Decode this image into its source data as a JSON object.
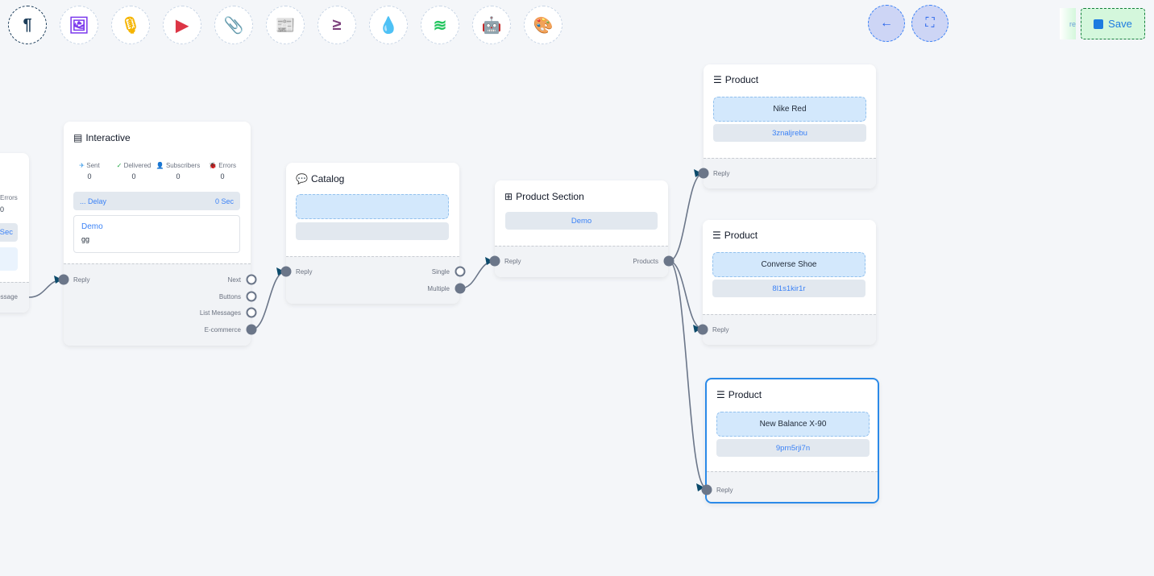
{
  "toolbar": {
    "tools": [
      {
        "icon": "paragraph-icon",
        "glyph": "¶",
        "color": "#1c3d5a"
      },
      {
        "icon": "image-icon",
        "glyph": "🖼",
        "color": "#7c3aed"
      },
      {
        "icon": "microphone-icon",
        "glyph": "🎙",
        "color": "#f5b400"
      },
      {
        "icon": "youtube-icon",
        "glyph": "▶",
        "color": "#dc3545"
      },
      {
        "icon": "paperclip-icon",
        "glyph": "📎",
        "color": "#28a745"
      },
      {
        "icon": "newspaper-icon",
        "glyph": "📰",
        "color": "#f87171"
      },
      {
        "icon": "greater-equal-icon",
        "glyph": "≥",
        "color": "#7b3f7b"
      },
      {
        "icon": "droplet-icon",
        "glyph": "💧",
        "color": "#c8102e"
      },
      {
        "icon": "stack-icon",
        "glyph": "≋",
        "color": "#22c55e"
      },
      {
        "icon": "robot-icon",
        "glyph": "🤖",
        "color": "#1d1dff"
      },
      {
        "icon": "palette-icon",
        "glyph": "🎨",
        "color": "#22dd22"
      }
    ],
    "back_icon": "←",
    "collapse_icon": "⛶",
    "partial_label": "re",
    "save_label": "Save"
  },
  "left_node": {
    "errors_label": "Errors",
    "errors_value": "0",
    "delay_unit": "Sec",
    "output": "essage"
  },
  "interactive": {
    "title": "Interactive",
    "stats": [
      {
        "label": "Sent",
        "value": "0",
        "color": "#3b9ae8",
        "icon": "✈"
      },
      {
        "label": "Delivered",
        "value": "0",
        "color": "#22a845",
        "icon": "✓"
      },
      {
        "label": "Subscribers",
        "value": "0",
        "color": "#3b82f6",
        "icon": "👤"
      },
      {
        "label": "Errors",
        "value": "0",
        "color": "#ef4444",
        "icon": "🐞"
      }
    ],
    "delay_label": "... Delay",
    "delay_value": "0 Sec",
    "message_title": "Demo",
    "message_body": "gg",
    "input": "Reply",
    "outputs": [
      "Next",
      "Buttons",
      "List Messages",
      "E-commerce"
    ]
  },
  "catalog": {
    "title": "Catalog",
    "input": "Reply",
    "outputs": [
      "Single",
      "Multiple"
    ]
  },
  "product_section": {
    "title": "Product Section",
    "item": "Demo",
    "input": "Reply",
    "output": "Products"
  },
  "products": [
    {
      "title": "Product",
      "name": "Nike Red",
      "id": "3znaljrebu",
      "input": "Reply"
    },
    {
      "title": "Product",
      "name": "Converse Shoe",
      "id": "8l1s1kir1r",
      "input": "Reply"
    },
    {
      "title": "Product",
      "name": "New Balance X-90",
      "id": "9prn5rji7n",
      "input": "Reply"
    }
  ],
  "colors": {
    "edge": "#6b7689",
    "arrow": "#0b4a6b",
    "selected": "#2b8ae8",
    "save_bg": "#d4f7dc"
  }
}
